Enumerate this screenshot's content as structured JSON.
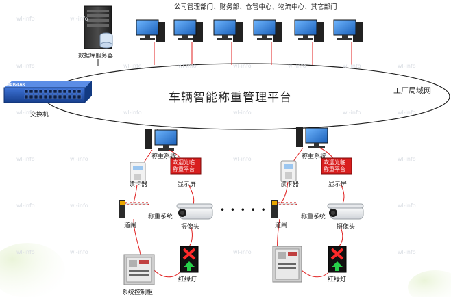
{
  "header": {
    "departments": "公司管理部门、财务部、仓管中心、物流中心、其它部门"
  },
  "server": {
    "label": "数据库服务器"
  },
  "switch": {
    "label": "交换机",
    "brand": "NETGEAR"
  },
  "network": {
    "platform_title": "车辆智能称重管理平台",
    "lan_label": "工厂局域网"
  },
  "station_left": {
    "weighing_system": "称重系统",
    "card_reader": "读卡器",
    "display": "显示屏",
    "display_text_line1": "欢迎光临",
    "display_text_line2": "称重平台",
    "barrier": "道闸",
    "scale": "称重系统",
    "camera": "摄像头",
    "control_cabinet": "系统控制柜",
    "traffic_light": "红绿灯"
  },
  "station_right": {
    "weighing_system": "称重系统",
    "card_reader": "读卡器",
    "display": "显示屏",
    "display_text_line1": "欢迎光临",
    "display_text_line2": "称重平台",
    "barrier": "道闸",
    "scale": "称重系统",
    "camera": "摄像头",
    "traffic_light": "红绿灯"
  },
  "separator": "• • • • •",
  "watermark_text": "wl-info",
  "colors": {
    "link_red": "#e02020",
    "lan_ellipse": "#222222",
    "switch_blue": "#1d4fb5",
    "monitor_screen": "#2b7fd6",
    "led_red": "#d81e1e"
  }
}
